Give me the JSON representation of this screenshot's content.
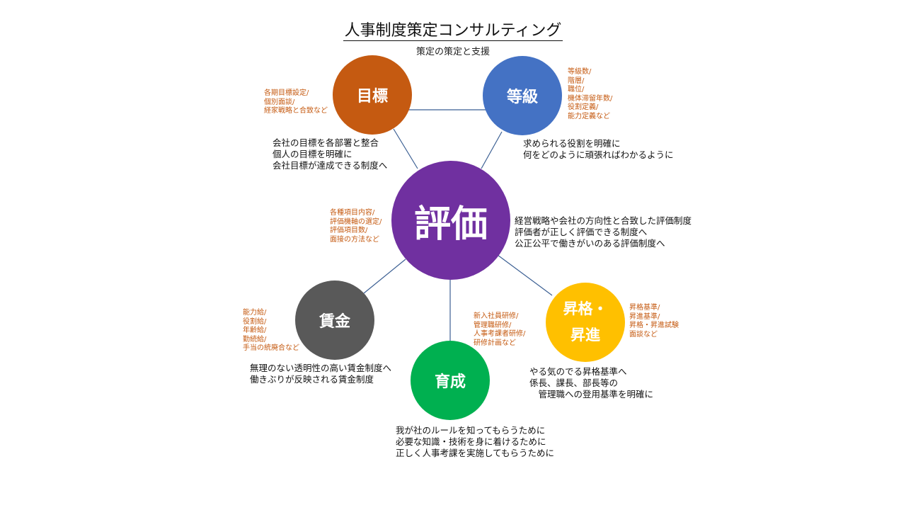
{
  "title": "人事制度策定コンサルティング",
  "subtitle": "策定の策定と支援",
  "colors": {
    "eval": "#7030A0",
    "goal": "#C55A11",
    "grade": "#4472C4",
    "wage": "#595959",
    "dev": "#00B050",
    "prom": "#FFC000",
    "items_text": "#C55A11",
    "connector": "#3B5F93"
  },
  "nodes": {
    "eval": {
      "label": "評価",
      "items": [
        "各種項目内容/",
        "評価機軸の選定/",
        "評価項目数/",
        "面接の方法など"
      ],
      "desc": [
        "経営戦略や会社の方向性と合致した評価制度",
        "評価者が正しく評価できる制度へ",
        "公正公平で働きがいのある評価制度へ"
      ]
    },
    "goal": {
      "label": "目標",
      "items": [
        "各期目標設定/",
        "個別面談/",
        "経家戦略と合致など"
      ],
      "desc": [
        "会社の目標を各部署と整合",
        "個人の目標を明確に",
        "会社目標が達成できる制度へ"
      ]
    },
    "grade": {
      "label": "等級",
      "items": [
        "等級数/",
        "階層/",
        "職位/",
        "機体滞留年数/",
        "役割定義/",
        "能力定義など"
      ],
      "desc": [
        "求められる役割を明確に",
        "何をどのように頑張ればわかるように"
      ]
    },
    "wage": {
      "label": "賃金",
      "items": [
        "能力給/",
        "役割給/",
        "年齢給/",
        "勤続給/",
        "手当の統廃合など"
      ],
      "desc": [
        "無理のない透明性の高い賃金制度へ",
        "働きぶりが反映される賃金制度"
      ]
    },
    "dev": {
      "label": "育成",
      "items": [
        "新入社員研修/",
        "管理職研修/",
        "人事考課者研修/",
        "研修計画など"
      ],
      "desc": [
        "我が社のルールを知ってもらうために",
        "必要な知識・技術を身に着けるために",
        "正しく人事考課を実施してもらうために"
      ]
    },
    "prom": {
      "label": "昇格・\n昇進",
      "items": [
        "昇格基準/",
        "昇進基準/",
        "昇格・昇進試験",
        "面談など"
      ],
      "desc": [
        "やる気のでる昇格基準へ",
        "係長、課長、部長等の",
        "　管理職への登用基準を明確に"
      ]
    }
  }
}
